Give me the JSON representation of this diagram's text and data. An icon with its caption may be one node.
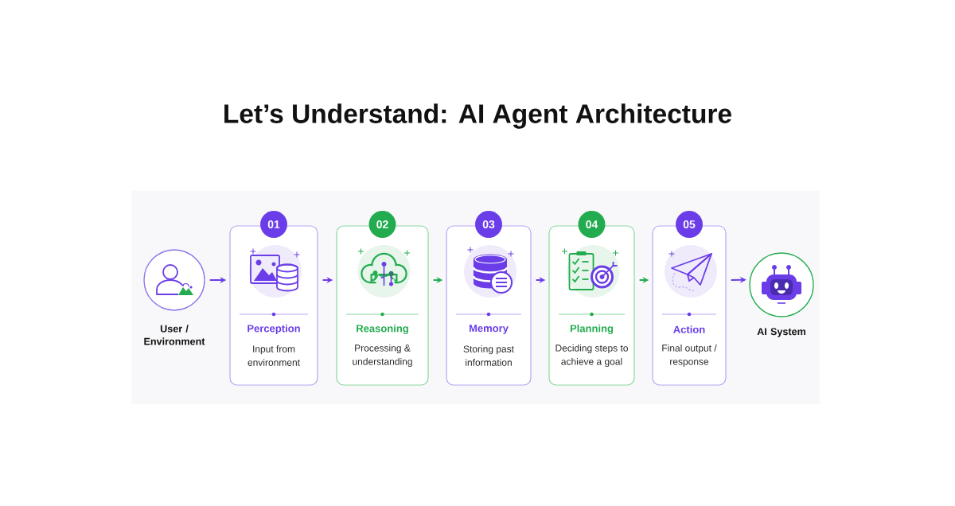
{
  "diagram": {
    "title": "Let’s Understand: AI Agent Architecture",
    "nodes": [
      {
        "text": [
          "User / Environment"
        ]
      },
      {
        "text": [
          "01",
          "Perception",
          "Input from environment"
        ]
      },
      {
        "text": [
          "02",
          "Reasoning",
          "Processing & understanding"
        ]
      },
      {
        "text": [
          "03",
          "Memory",
          "Storing past information"
        ]
      },
      {
        "text": [
          "04",
          "Planning",
          "Deciding steps to achieve a goal"
        ]
      },
      {
        "text": [
          "05",
          "Action",
          "Final output / response"
        ]
      },
      {
        "text": [
          "AI System"
        ]
      }
    ],
    "edges": [
      {
        "from": 0,
        "to": 1,
        "arrow": "to"
      },
      {
        "from": 1,
        "to": 2,
        "arrow": "to"
      },
      {
        "from": 2,
        "to": 3,
        "arrow": "to",
        "color": "#22ac4f"
      },
      {
        "from": 3,
        "to": 4,
        "arrow": "to"
      },
      {
        "from": 4,
        "to": 5,
        "arrow": "to",
        "color": "#22ac4f"
      },
      {
        "from": 5,
        "to": 6,
        "arrow": "to"
      }
    ]
  }
}
